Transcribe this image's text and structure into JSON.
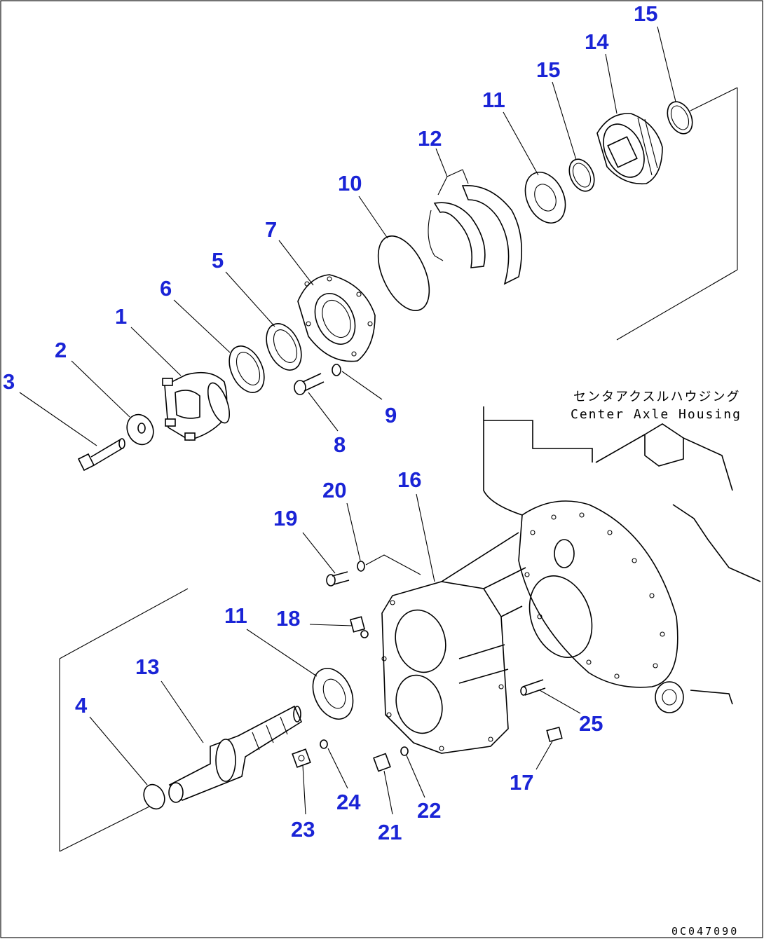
{
  "part_numbers": [
    {
      "id": "3",
      "label": "3"
    },
    {
      "id": "2",
      "label": "2"
    },
    {
      "id": "1",
      "label": "1"
    },
    {
      "id": "6",
      "label": "6"
    },
    {
      "id": "5",
      "label": "5"
    },
    {
      "id": "7",
      "label": "7"
    },
    {
      "id": "8",
      "label": "8"
    },
    {
      "id": "9",
      "label": "9"
    },
    {
      "id": "10",
      "label": "10"
    },
    {
      "id": "12",
      "label": "12"
    },
    {
      "id": "11a",
      "label": "11"
    },
    {
      "id": "15a",
      "label": "15"
    },
    {
      "id": "14",
      "label": "14"
    },
    {
      "id": "15b",
      "label": "15"
    },
    {
      "id": "20",
      "label": "20"
    },
    {
      "id": "19",
      "label": "19"
    },
    {
      "id": "16",
      "label": "16"
    },
    {
      "id": "18",
      "label": "18"
    },
    {
      "id": "11b",
      "label": "11"
    },
    {
      "id": "13",
      "label": "13"
    },
    {
      "id": "4",
      "label": "4"
    },
    {
      "id": "24",
      "label": "24"
    },
    {
      "id": "23",
      "label": "23"
    },
    {
      "id": "21",
      "label": "21"
    },
    {
      "id": "22",
      "label": "22"
    },
    {
      "id": "17",
      "label": "17"
    },
    {
      "id": "25",
      "label": "25"
    }
  ],
  "housing_label": {
    "japanese": "センタアクスルハウジング",
    "english": "Center Axle Housing"
  },
  "document_code": "0C047090",
  "colors": {
    "part_number": "#1a24d6",
    "linework": "#000000",
    "background": "#ffffff"
  }
}
